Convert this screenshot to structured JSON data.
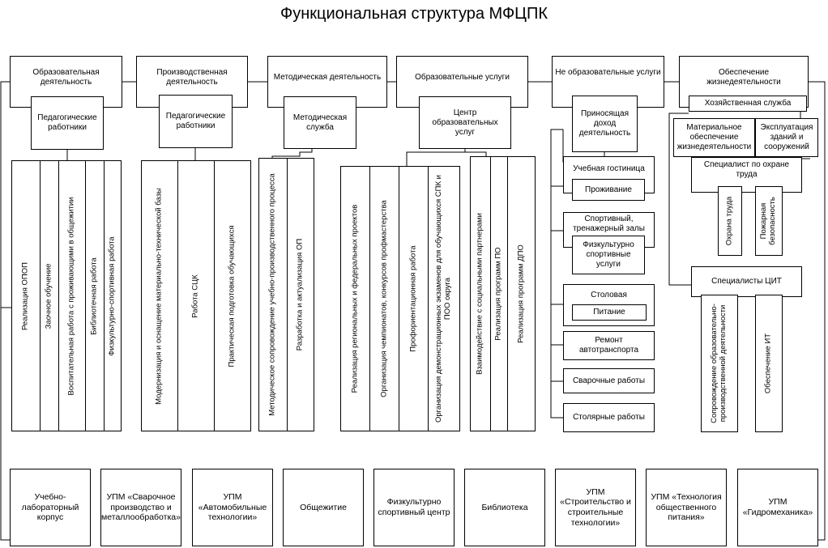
{
  "title": "Функциональная структура МФЦПК",
  "top": [
    "Образовательная деятельность",
    "Производственная деятельность",
    "Методическая деятельность",
    "Образовательные услуги",
    "Не образовательные услуги",
    "Обеспечение жизнедеятельности"
  ],
  "sub": [
    "Педагогические работники",
    "Педагогические работники",
    "Методическая служба",
    "Центр образовательных услуг",
    "Приносящая доход деятельность",
    "Хозяйственная служба"
  ],
  "vertical": {
    "g1": [
      "Реализация ОПОП",
      "Заочное обучение",
      "Воспитательная работа с проживающими в общежитии",
      "Библиотечная работа",
      "Физкультурно-спортивная работа"
    ],
    "g2": [
      "Модернизация и оснащение материально-технической базы",
      "Работа СЦК",
      "Практическая подготовка обучающихся"
    ],
    "g3": [
      "Методическое сопровождение учебно-производственного процесса",
      "Разработка и актуализация ОП"
    ],
    "g4": [
      "Реализация региональных и федеральных проектов",
      "Организация чемпионатов, конкурсов профмастерства",
      "Профориентационная работа",
      "Организация демонстрационных экзаменов для обучающихся СПК и ПОО округа"
    ],
    "g5": [
      "Взаимодействие с социальными партнерами",
      "Реализация программ ПО",
      "Реализация программ ДПО"
    ]
  },
  "services": {
    "hotel": "Учебная гостиница",
    "living": "Проживание",
    "sport": "Спортивный, тренажерный залы",
    "sport_services": "Физкультурно спортивные услуги",
    "canteen": "Столовая",
    "food": "Питание",
    "repair": "Ремонт автотранспорта",
    "welding": "Сварочные работы",
    "carpentry": "Столярные работы"
  },
  "life": {
    "material": "Материальное обеспечение жизнедеятельности",
    "buildings": "Эксплуатация зданий и сооружений",
    "safety_specialist": "Специалист по охране труда",
    "labor": "Охрана труда",
    "fire": "Пожарная безопасность",
    "cit": "Специалисты ЦИТ",
    "support": "Сопровождение образовательно-производственной деятельности",
    "it": "Обеспечение ИТ"
  },
  "bottom": [
    "Учебно-лабораторный корпус",
    "УПМ «Сварочное производство и металлообработка»",
    "УПМ «Автомобильные технологии»",
    "Общежитие",
    "Физкультурно спортивный центр",
    "Библиотека",
    "УПМ «Строительство и строительные технологии»",
    "УПМ «Технология общественного питания»",
    "УПМ «Гидромеханика»"
  ]
}
